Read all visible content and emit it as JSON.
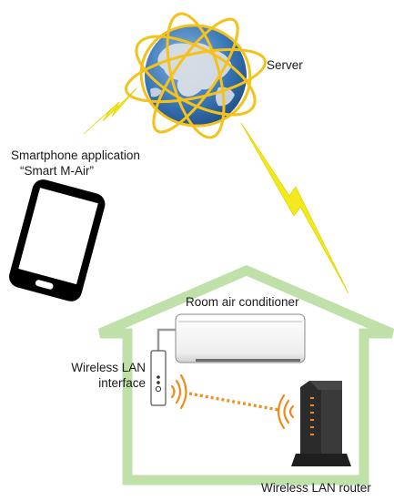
{
  "labels": {
    "server": "Server",
    "smartphone_app_line1": "Smartphone application",
    "smartphone_app_line2": "“Smart M-Air”",
    "room_air_conditioner": "Room air conditioner",
    "wireless_lan_interface_line1": "Wireless LAN",
    "wireless_lan_interface_line2": "interface",
    "wireless_lan_router": "Wireless LAN router"
  },
  "colors": {
    "house_outline": "#bfe0a8",
    "lightning": "#f2ea1a",
    "orbit": "#f5c21b",
    "ocean": "#2f6fb2",
    "land": "#d9dee5",
    "wifi_signal": "#f08a1c",
    "dotted_link": "#f0941f",
    "phone_body": "#000000",
    "router_body": "#2b2b2b",
    "router_led": "#f08a1c"
  },
  "icons": {
    "globe": "globe-icon",
    "phone": "smartphone-icon",
    "aircon": "air-conditioner-icon",
    "interface": "wireless-lan-interface-icon",
    "router": "wireless-router-icon"
  }
}
